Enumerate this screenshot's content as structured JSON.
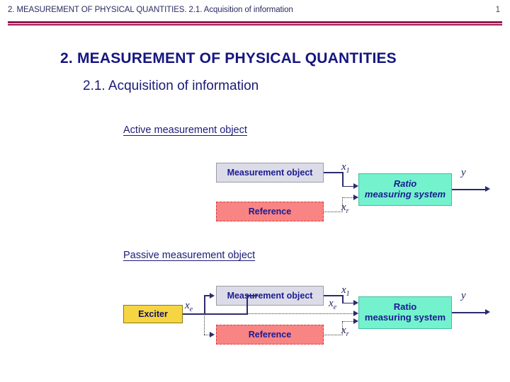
{
  "header": {
    "title": "2. MEASUREMENT OF PHYSICAL QUANTITIES. 2.1. Acquisition of information",
    "page_number": "1",
    "rule_color": "#9b1750"
  },
  "title": {
    "main": "2.  MEASUREMENT OF PHYSICAL QUANTITIES",
    "sub": "2.1.  Acquisition of information",
    "color": "#151580"
  },
  "sections": {
    "active": {
      "heading": "Active measurement object",
      "nodes": {
        "measurement_object": "Measurement object",
        "reference": "Reference",
        "ratio_system_line1": "Ratio",
        "ratio_system_line2": "measuring system"
      },
      "signals": {
        "x1": "x",
        "x1_sub": "1",
        "xr": "x",
        "xr_sub": "r",
        "y": "y"
      }
    },
    "passive": {
      "heading": "Passive measurement object",
      "nodes": {
        "exciter": "Exciter",
        "measurement_object": "Measurement object",
        "reference": "Reference",
        "ratio_system_line1": "Ratio",
        "ratio_system_line2": "measuring system"
      },
      "signals": {
        "xe_left": "x",
        "xe_left_sub": "e",
        "x1": "x",
        "x1_sub": "1",
        "xe": "x",
        "xe_sub": "e",
        "xr": "x",
        "xr_sub": "r",
        "y": "y"
      }
    }
  },
  "colors": {
    "node_grey_fill": "#dcdce9",
    "node_red_fill": "#f98484",
    "node_cyan_fill": "#73f2cd",
    "node_yellow_fill": "#f6d543",
    "text_navy": "#1b1b90",
    "wire_navy": "#2b2b6e"
  }
}
